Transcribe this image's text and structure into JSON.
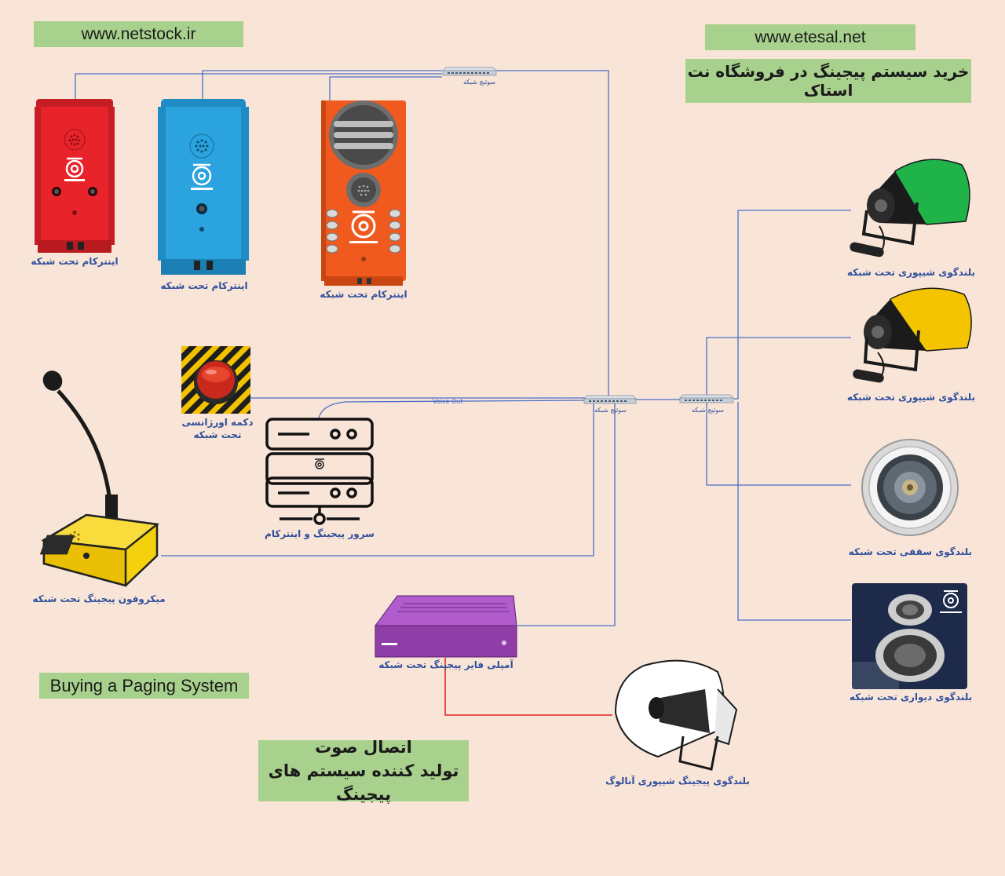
{
  "header": {
    "left_url": "www.netstock.ir",
    "right_url": "www.etesal.net",
    "right_title": "خرید سیستم پیجینگ در فروشگاه نت استاک"
  },
  "footer": {
    "english_label": "Buying a Paging System",
    "brand_line1": "اتصال صوت",
    "brand_line2": "تولید کننده سیستم های پیجینگ"
  },
  "switches": [
    {
      "label": "سوئیچ شبکه"
    },
    {
      "label": "سوئیچ شبکه"
    },
    {
      "label": "سوئیچ شبکه"
    }
  ],
  "links": {
    "voice_out": "Voice Out"
  },
  "devices": {
    "intercom_red": "اینترکام  تحت شبکه",
    "intercom_blue": "اینترکام  تحت شبکه",
    "intercom_orange": "اینترکام  تحت شبکه",
    "emergency_button_line1": "دکمه اورژانسی",
    "emergency_button_line2": "تحت شبکه",
    "server": "سرور پیجینگ و اینترکام",
    "microphone": "میکروفون پیجینگ تحت شبکه",
    "amplifier": "آمپلی فایر پیجینگ  تحت شبکه",
    "horn_green": "بلندگوی شیپوری تحت شبکه",
    "horn_yellow": "بلندگوی شیپوری تحت شبکه",
    "ceiling_speaker": "بلندگوی سقفی تحت شبکه",
    "wall_speaker": "بلندگوی دیواری تحت شبکه",
    "analog_horn": "بلندگوی پیجینگ شیپوری آنالوگ"
  },
  "colors": {
    "background": "#f9e5d8",
    "label_box": "#a9d18e",
    "network_line": "#4a6fc7",
    "analog_line": "#e02020",
    "label_text": "#2f4f9c",
    "intercom_red": "#e8232a",
    "intercom_blue": "#2aa3de",
    "intercom_orange": "#f05a1e",
    "horn_green": "#1fb34a",
    "horn_yellow": "#f5c400",
    "microphone_base": "#f5d00c",
    "amplifier": "#8e3ea6"
  }
}
